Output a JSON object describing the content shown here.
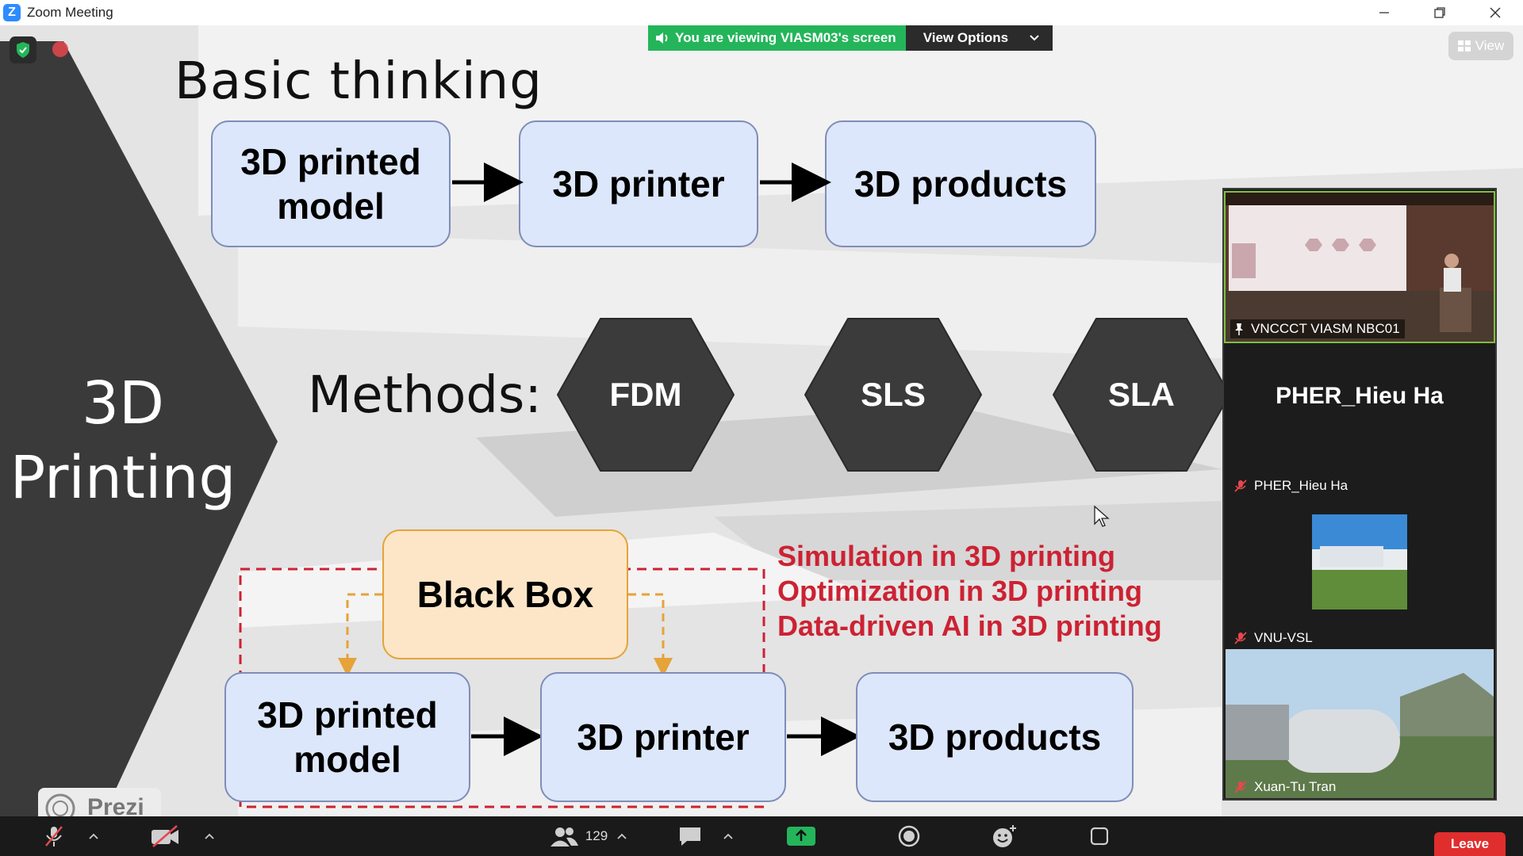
{
  "window": {
    "title": "Zoom Meeting"
  },
  "banner": {
    "viewing_text": "You are viewing VIASM03's screen",
    "view_options_label": "View Options"
  },
  "top_view_button": {
    "label": "View"
  },
  "slide": {
    "side_label_line1": "3D",
    "side_label_line2": "Printing",
    "title": "Basic thinking",
    "flow_top": {
      "box1": "3D printed model",
      "box2": "3D printer",
      "box3": "3D products"
    },
    "methods_label": "Methods:",
    "methods": [
      "FDM",
      "SLS",
      "SLA"
    ],
    "black_box_label": "Black Box",
    "flow_bottom": {
      "box1": "3D printed model",
      "box2": "3D printer",
      "box3": "3D products"
    },
    "red_lines": [
      "Simulation in 3D printing",
      "Optimization in 3D printing",
      "Data-driven AI in 3D printing"
    ],
    "watermark": "Prezi"
  },
  "gallery": {
    "tiles": [
      {
        "name": "VNCCCT VIASM NBC01",
        "status": "pinned"
      },
      {
        "name": "PHER_Hieu Ha",
        "display_text": "PHER_Hieu Ha",
        "status": "muted"
      },
      {
        "name": "VNU-VSL",
        "status": "muted"
      },
      {
        "name": "Xuan-Tu Tran",
        "status": "muted"
      }
    ]
  },
  "toolbar": {
    "participants_count": "129",
    "leave_label": "Leave"
  },
  "colors": {
    "zoom_blue": "#2d8cff",
    "banner_green": "#24b55a",
    "leave_red": "#e02e2e",
    "box_blue": "#dde7fb",
    "box_orange": "#fde6c8",
    "red_text": "#cc2233",
    "hex_dark": "#3b3b3b"
  }
}
